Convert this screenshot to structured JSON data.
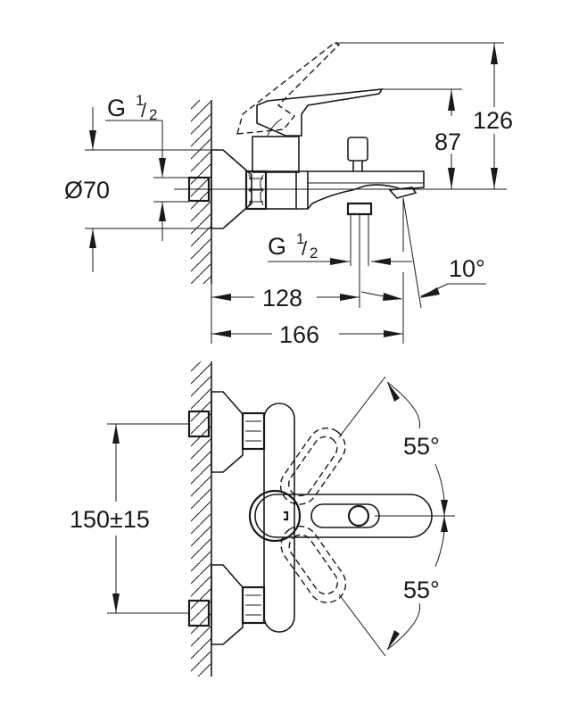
{
  "diagram": {
    "title": "Single-lever bath mixer, wall-mounted — dimension drawing",
    "side_view": {
      "thread_inlet": {
        "prefix": "G",
        "num": "1",
        "den": "2"
      },
      "diameter_label": "Ø70",
      "height_spout": "87",
      "height_lever": "126",
      "thread_outlet": {
        "prefix": "G",
        "num": "1",
        "den": "2"
      },
      "outlet_depth": "128",
      "spout_depth": "166",
      "spout_angle": "10°"
    },
    "top_view": {
      "inlet_spacing": "150±15",
      "lever_angle_up": "55°",
      "lever_angle_down": "55°"
    }
  }
}
